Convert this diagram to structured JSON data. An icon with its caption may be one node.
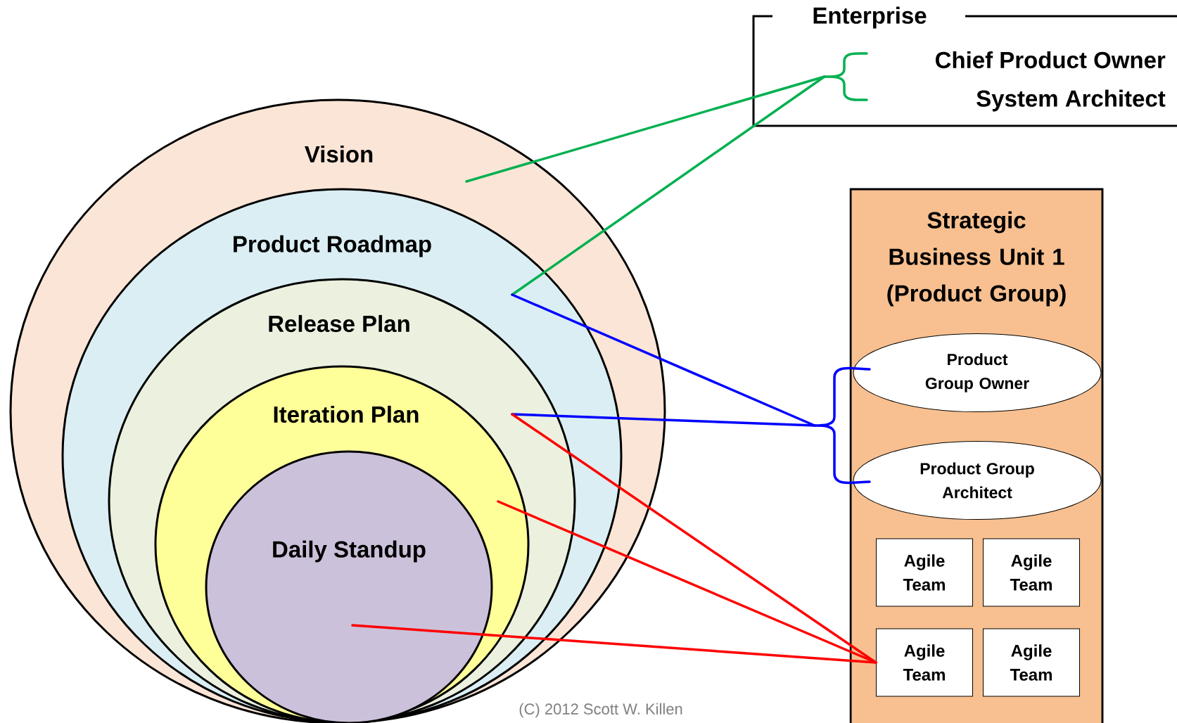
{
  "diagram": {
    "nodes": [
      {
        "text": [
          "Vision"
        ]
      },
      {
        "text": [
          "Product Roadmap"
        ],
        "in": 0
      },
      {
        "text": [
          "Release Plan"
        ],
        "in": 1
      },
      {
        "text": [
          "Iteration Plan"
        ],
        "in": 2
      },
      {
        "text": [
          "Daily Standup"
        ],
        "in": 3
      },
      {
        "text": [
          "Enterprise"
        ]
      },
      {
        "text": [
          "Chief Product Owner"
        ],
        "in": 5
      },
      {
        "text": [
          "System Architect"
        ],
        "in": 5
      },
      {
        "text": [
          "Strategic Business Unit 1 (Product Group)"
        ]
      },
      {
        "text": [
          "Product Group Owner"
        ],
        "in": 8
      },
      {
        "text": [
          "Product Group Architect"
        ],
        "in": 8
      },
      {
        "text": [
          "Agile Team"
        ],
        "in": 8
      },
      {
        "text": [
          "Agile Team"
        ],
        "in": 8
      },
      {
        "text": [
          "Agile Team"
        ],
        "in": 8
      },
      {
        "text": [
          "Agile Team"
        ],
        "in": 8
      },
      {
        "text": [],
        "shape": "brace",
        "in": 5
      },
      {
        "text": [],
        "shape": "brace"
      }
    ],
    "edges": [
      {
        "from": 0,
        "to": 15,
        "arrow": "none",
        "color": "#00b050"
      },
      {
        "from": 1,
        "to": 15,
        "arrow": "none",
        "color": "#00b050"
      },
      {
        "from": 1,
        "to": 16,
        "arrow": "none",
        "color": "#0000ff"
      },
      {
        "from": 3,
        "to": 16,
        "arrow": "none",
        "color": "#0000ff"
      },
      {
        "from": 3,
        "to": 13,
        "arrow": "none",
        "color": "#ff0000"
      },
      {
        "from": 3,
        "to": 13,
        "arrow": "none",
        "color": "#ff0000"
      },
      {
        "from": 4,
        "to": 13,
        "arrow": "none",
        "color": "#ff0000"
      }
    ],
    "labels": [
      "(C) 2012 Scott W. Killen"
    ]
  }
}
